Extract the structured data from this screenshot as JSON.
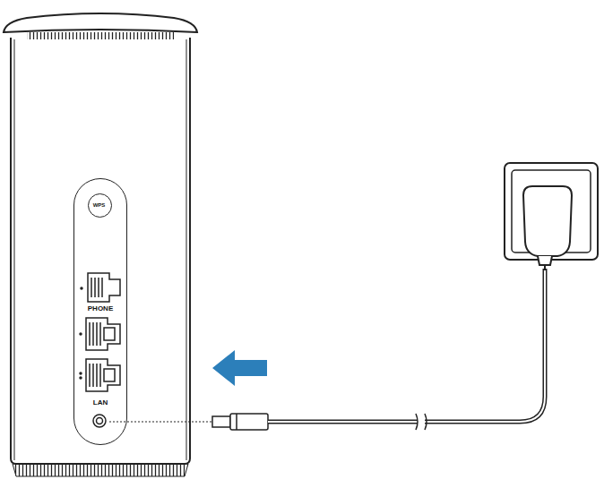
{
  "diagram": {
    "nodes": [
      {
        "text": [
          "PHONE",
          "LAN"
        ]
      },
      {
        "text": [
          "WPS"
        ],
        "in": 0
      }
    ]
  }
}
